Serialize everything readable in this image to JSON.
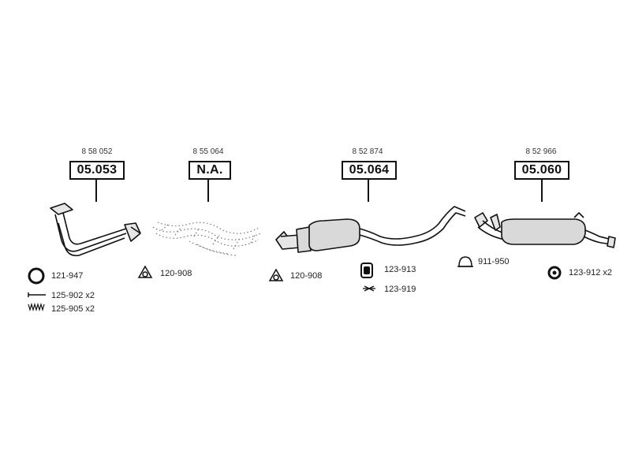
{
  "groups": [
    {
      "ref": "8 58 052",
      "code": "05.053"
    },
    {
      "ref": "8 55 064",
      "code": "N.A."
    },
    {
      "ref": "8 52 874",
      "code": "05.064"
    },
    {
      "ref": "8 52 966",
      "code": "05.060"
    }
  ],
  "hardware": {
    "ring_gasket": "121-947",
    "bolt": "125-902 x2",
    "spring": "125-905 x2",
    "gasket_a": "120-908",
    "gasket_b": "120-908",
    "rubber_mount": "123-913",
    "bracket": "123-919",
    "clamp": "911-950",
    "hanger_ring": "123-912 x2"
  },
  "colors": {
    "line": "#111111",
    "fill": "#d9d9d9",
    "dots": "#555555"
  }
}
